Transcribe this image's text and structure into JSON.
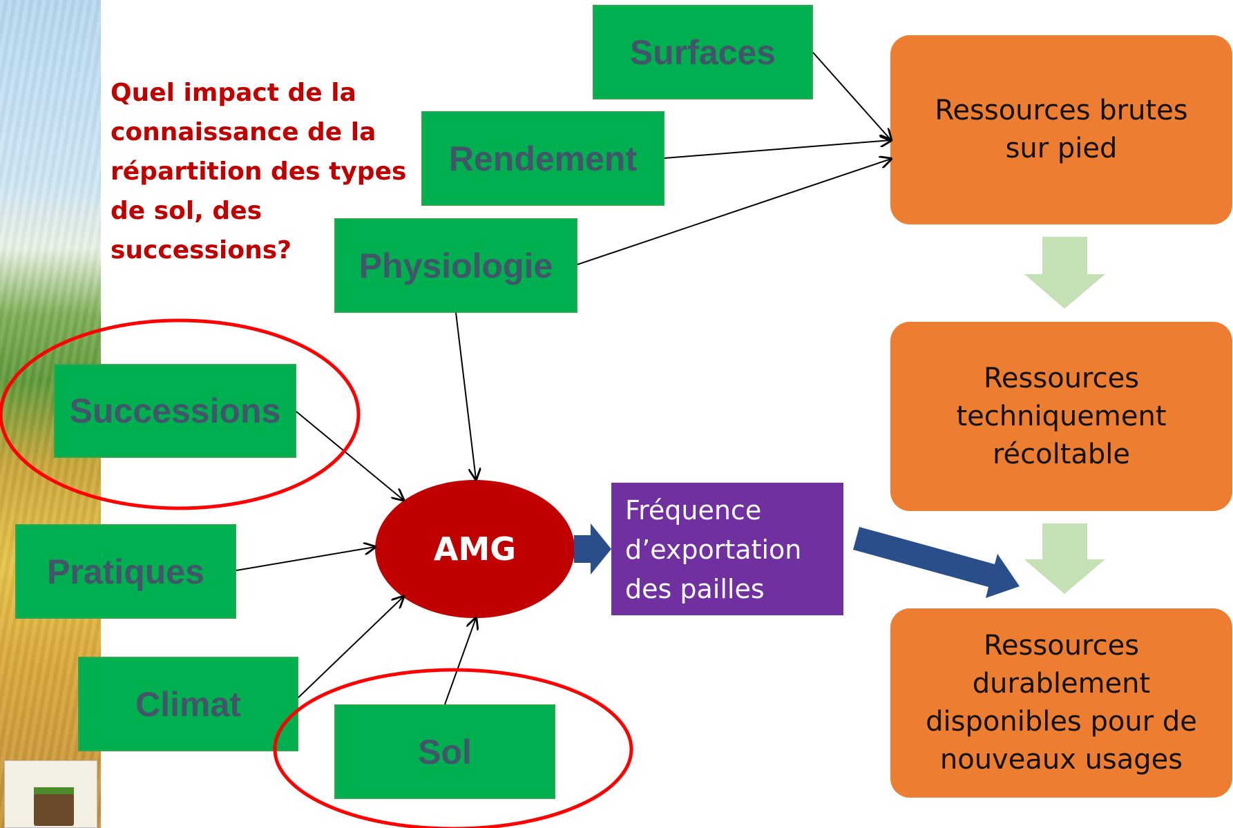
{
  "question": "Quel impact de la\nconnaissance de la\nrépartition des types\nde sol, des\nsuccessions?",
  "factors": {
    "surfaces": "Surfaces",
    "rendement": "Rendement",
    "physiologie": "Physiologie",
    "successions": "Successions",
    "pratiques": "Pratiques",
    "climat": "Climat",
    "sol": "Sol"
  },
  "model": {
    "label": "AMG"
  },
  "output": {
    "label": "Fréquence\nd’exportation\ndes pailles"
  },
  "resources": [
    {
      "label": "Ressources  brutes\nsur pied"
    },
    {
      "label": "Ressources\ntechniquement\nrécoltable"
    },
    {
      "label": "Ressources\ndurablement\ndisponibles pour de\nnouveaux usages"
    }
  ],
  "colors": {
    "factor_box": "#00b050",
    "factor_text": "#44546a",
    "resource_box": "#ed7d31",
    "model": "#c00000",
    "output_box": "#7030a0",
    "highlight_ellipse": "#ff0000",
    "flow_arrow": "#1f4e79",
    "down_arrow": "#c5e0b4"
  }
}
